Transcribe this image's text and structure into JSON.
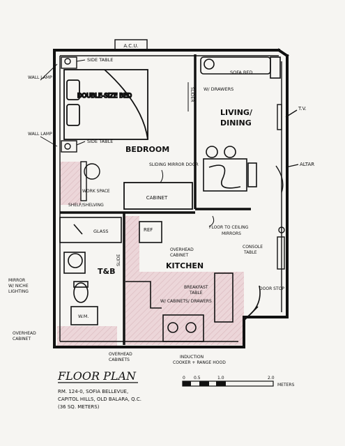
{
  "labels": {
    "ach": "A.C.U.",
    "side_table_top": "SIDE TABLE",
    "wall_lamp_top": "WALL LAMP",
    "double_bed": "DOUBLE-SIZE BED",
    "slider": "SLIDER",
    "sofa_bed": "SOFA BED",
    "w_drawers": "W/ DRAWERS",
    "living": "LIVING/",
    "dining": "DINING",
    "tv": "T.V.",
    "wall_lamp_bottom": "WALL LAMP",
    "side_table_bottom": "SIDE TABLE",
    "bedroom": "BEDROOM",
    "sliding_mirror": "SLIDING MIRROR DOOR",
    "altar": "ALTAR",
    "work_space": "WORK SPACE",
    "cabinet": "CABINET",
    "shelf": "SHELF/SHELVING",
    "floor_mirrors_1": "FLOOR TO CEILING",
    "floor_mirrors_2": "MIRRORS",
    "glass": "GLASS",
    "ref": "REF",
    "overhead_cabinet_1": "OVERHEAD",
    "overhead_cabinet_2": "CABINET",
    "console_1": "CONSOLE",
    "console_2": "TABLE",
    "kitchen": "KITCHEN",
    "slide": "SLIDE",
    "tb": "T&B",
    "mirror_1": "MIRROR",
    "mirror_2": "W/ NICHE",
    "mirror_3": "LIGHTING",
    "breakfast_1": "BREAKFAST",
    "breakfast_2": "TABLE",
    "w_cabinets": "W/ CABINETS/ DRAWERS",
    "door_stop": "DOOR STOP",
    "wm": "W.M.",
    "overhead_left_1": "OVERHEAD",
    "overhead_left_2": "CABINET",
    "overhead_bottom_1": "OVERHEAD",
    "overhead_bottom_2": "CABINETS",
    "induction_1": "INDUCTION",
    "induction_2": "COOKER + RANGE HOOD"
  },
  "title_block": {
    "title": "FLOOR PLAN",
    "line1": "RM. 124-0, SOFIA BELLEVUE,",
    "line2": "CAPITOL HILLS, OLD BALARA, Q.C.",
    "line3": "(36 SQ. METERS)"
  },
  "scale": {
    "ticks": [
      "0",
      "0.5",
      "1.0",
      "2.0"
    ],
    "unit": "METERS"
  },
  "colors": {
    "ink": "#111111",
    "pink_fill": "#ead3d6",
    "paper": "#f6f5f2"
  }
}
